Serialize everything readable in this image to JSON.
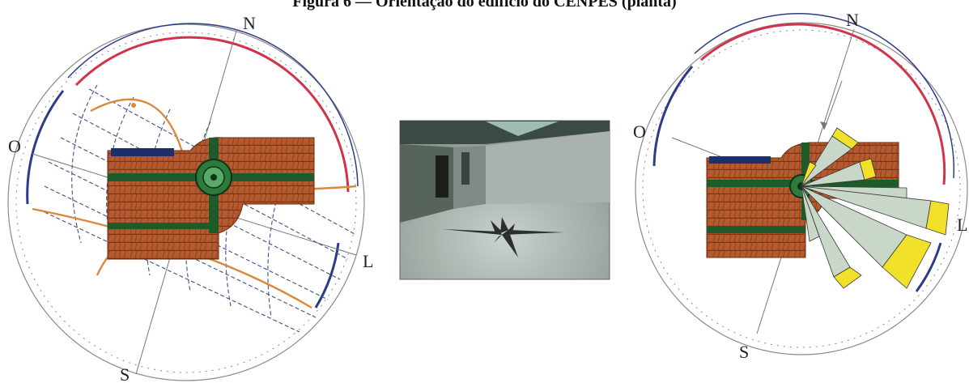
{
  "figure": {
    "caption": "Figura 6 — Orientação do edifício do CENPES (planta)"
  },
  "left_diagram": {
    "labels": {
      "north": "N",
      "west": "O",
      "east": "L",
      "south": "S"
    }
  },
  "right_diagram": {
    "labels": {
      "north": "N",
      "west": "O",
      "east": "L",
      "south": "S"
    }
  },
  "colors": {
    "building": "#b55a2e",
    "corridor": "#1f5a2a",
    "sun_path": "#d9893c",
    "arc_red": "#d0334a",
    "arc_blue": "#2c3c8a",
    "grid": "#3d4f8f",
    "wind_fill": "#c8d7c8",
    "wind_rim": "#f1e12a"
  }
}
